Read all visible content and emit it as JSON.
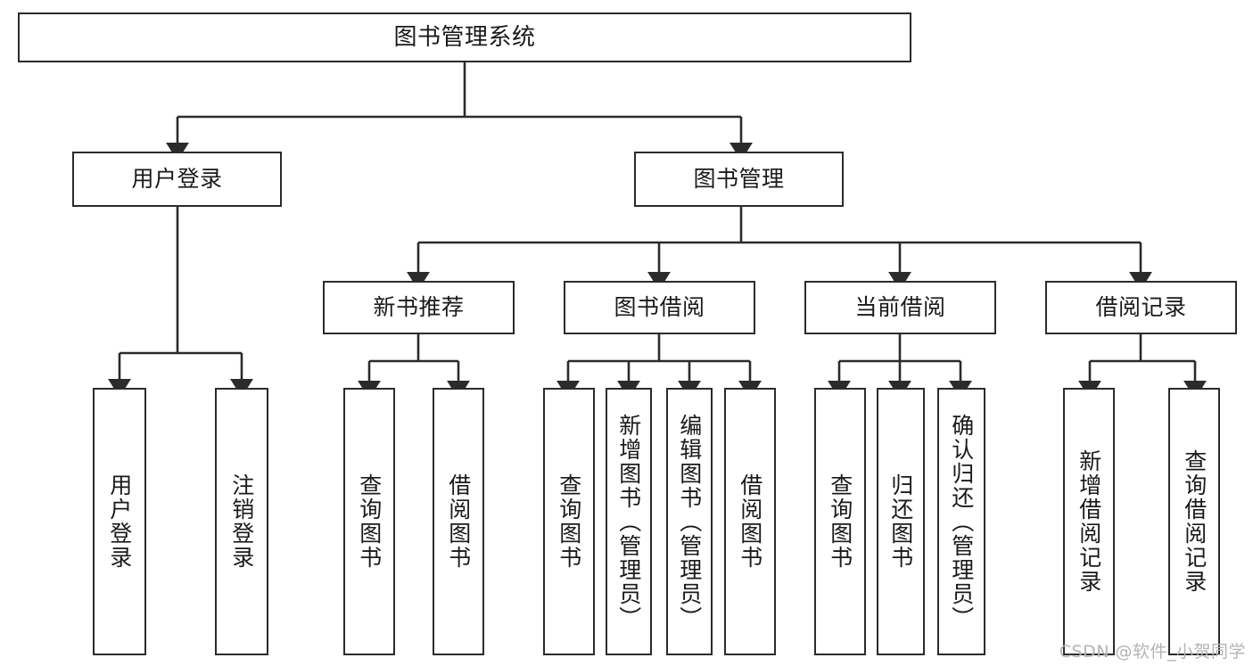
{
  "diagram": {
    "title": "图书管理系统",
    "type": "tree-hierarchy-diagram",
    "watermark": "CSDN @软件_小贺同学",
    "line_color": "#2b2b2b",
    "box_fill": "#ffffff",
    "text_color": "#1a1a1a",
    "watermark_color": "#b4b4b4"
  },
  "nodes": {
    "root": {
      "label": "图书管理系统"
    },
    "level2": [
      {
        "label": "用户登录"
      },
      {
        "label": "图书管理"
      }
    ],
    "level3": [
      {
        "label": "新书推荐"
      },
      {
        "label": "图书借阅"
      },
      {
        "label": "当前借阅"
      },
      {
        "label": "借阅记录"
      }
    ],
    "leaves_user_login": [
      {
        "label": "用户登录"
      },
      {
        "label": "注销登录"
      }
    ],
    "leaves_new_book": [
      {
        "label": "查询图书"
      },
      {
        "label": "借阅图书"
      }
    ],
    "leaves_borrow": [
      {
        "label": "查询图书"
      },
      {
        "label": "新增图书（管理员）"
      },
      {
        "label": "编辑图书（管理员）"
      },
      {
        "label": "借阅图书"
      }
    ],
    "leaves_current": [
      {
        "label": "查询图书"
      },
      {
        "label": "归还图书"
      },
      {
        "label": "确认归还（管理员）"
      }
    ],
    "leaves_records": [
      {
        "label": "新增借阅记录"
      },
      {
        "label": "查询借阅记录"
      }
    ]
  }
}
